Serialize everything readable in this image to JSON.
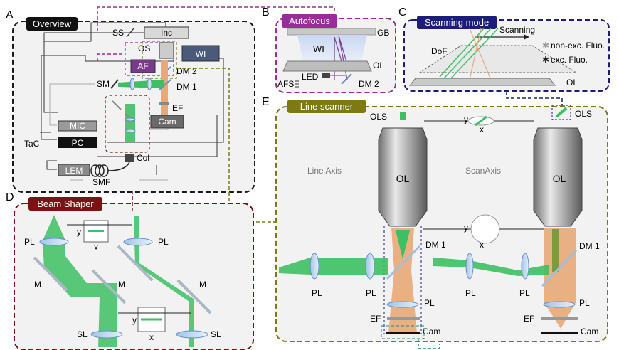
{
  "panels": {
    "A": {
      "letter": "A",
      "title": "Overview"
    },
    "B": {
      "letter": "B",
      "title": "Autofocus"
    },
    "C": {
      "letter": "C",
      "title": "Scanning mode"
    },
    "D": {
      "letter": "D",
      "title": "Beam Shaper"
    },
    "E": {
      "letter": "E",
      "title": "Line scanner"
    }
  },
  "overview": {
    "ss": "SS",
    "inc": "Inc",
    "os": "OS",
    "wi": "WI",
    "af": "AF",
    "dm2": "DM 2",
    "dm1": "DM 1",
    "sm": "SM",
    "ef": "EF",
    "cam": "Cam",
    "mic": "MIC",
    "pc": "PC",
    "tac": "TaC",
    "lem": "LEM",
    "smf": "SMF",
    "col": "Col"
  },
  "autofocus": {
    "gb": "GB",
    "wi": "WI",
    "ol": "OL",
    "led": "LED",
    "afs": "AFS",
    "dm2": "DM 2"
  },
  "scanning": {
    "scanning": "Scanning",
    "dof": "DoF",
    "non_exc": "non-exc. Fluo.",
    "exc": "exc. Fluo.",
    "ol": "OL"
  },
  "beam_shaper": {
    "pl": "PL",
    "m": "M",
    "sl": "SL",
    "x": "x",
    "y": "y"
  },
  "line_scanner": {
    "ols": "OLS",
    "ol": "OL",
    "line_axis": "Line Axis",
    "scan_axis": "ScanAxis",
    "dm1": "DM 1",
    "pl": "PL",
    "ef": "EF",
    "cam": "Cam",
    "x": "x",
    "y": "y"
  },
  "colors": {
    "overview": "#1a1a1a",
    "autofocus": "#9b2a9b",
    "scanning": "#1c1c7a",
    "beam_shaper": "#7a1414",
    "line_scanner": "#7d7a14",
    "beam": "#3dbf63",
    "emission": "#e8a878"
  }
}
